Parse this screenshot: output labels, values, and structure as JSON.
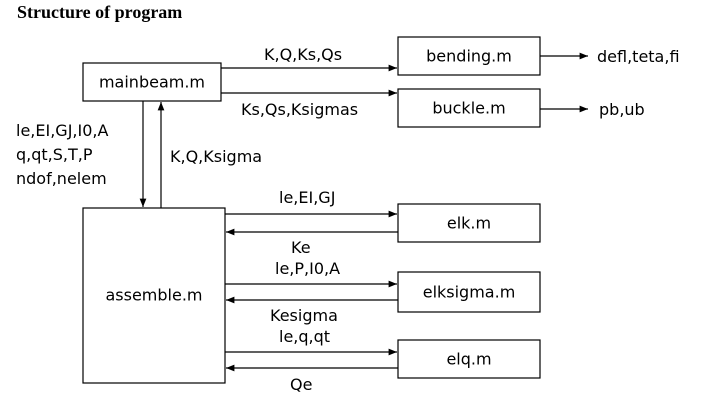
{
  "title": "Structure of program",
  "boxes": {
    "mainbeam": "mainbeam.m",
    "bending": "bending.m",
    "buckle": "buckle.m",
    "assemble": "assemble.m",
    "elk": "elk.m",
    "elksigma": "elksigma.m",
    "elq": "elq.m"
  },
  "labels": {
    "main_to_bending": "K,Q,Ks,Qs",
    "main_to_buckle": "Ks,Qs,Ksigmas",
    "bending_out": "defl,teta,fi",
    "buckle_out": "pb,ub",
    "inputs_line1": "le,EI,GJ,I0,A",
    "inputs_line2": "q,qt,S,T,P",
    "inputs_line3": "ndof,nelem",
    "assemble_to_main": "K,Q,Ksigma",
    "to_elk": "le,EI,GJ",
    "from_elk": "Ke",
    "to_elksigma": "le,P,I0,A",
    "from_elksigma": "Kesigma",
    "to_elq": "le,q,qt",
    "from_elq": "Qe"
  }
}
